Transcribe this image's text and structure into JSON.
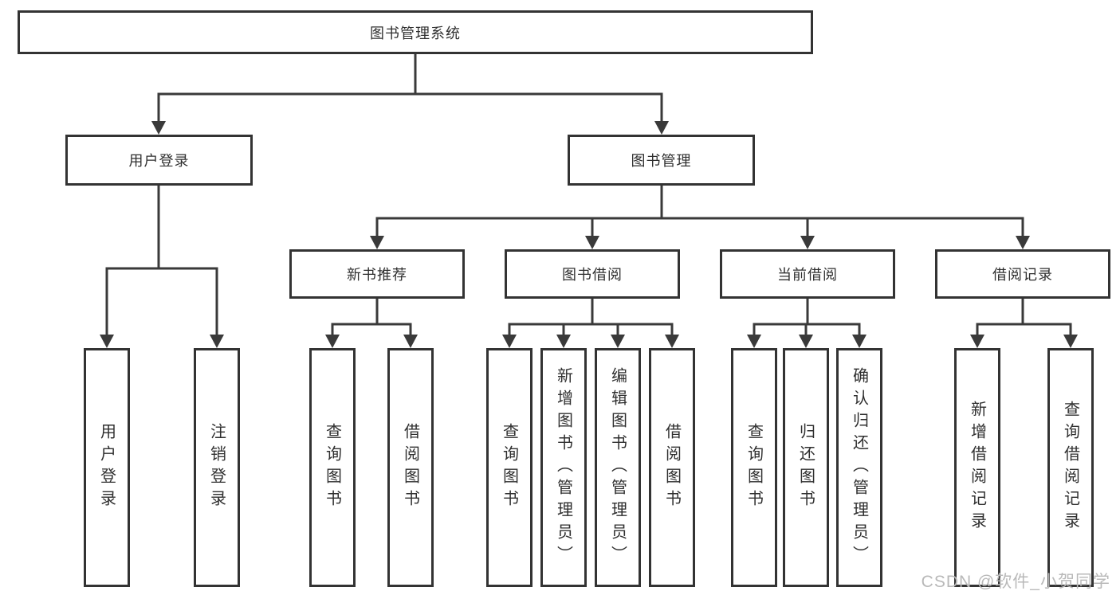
{
  "tree": {
    "root": "图书管理系统",
    "branches": [
      {
        "label": "用户登录",
        "children": [
          "用户登录",
          "注销登录"
        ]
      },
      {
        "label": "图书管理",
        "groups": [
          {
            "label": "新书推荐",
            "children": [
              "查询图书",
              "借阅图书"
            ]
          },
          {
            "label": "图书借阅",
            "children": [
              "查询图书",
              "新增图书（管理员）",
              "编辑图书（管理员）",
              "借阅图书"
            ]
          },
          {
            "label": "当前借阅",
            "children": [
              "查询图书",
              "归还图书",
              "确认归还（管理员）"
            ]
          },
          {
            "label": "借阅记录",
            "children": [
              "新增借阅记录",
              "查询借阅记录"
            ]
          }
        ]
      }
    ]
  },
  "watermark": "CSDN @软件_小贺同学",
  "colors": {
    "line": "#3a3a3a",
    "box_border": "#333333",
    "text": "#2f2f2f",
    "watermark": "#b9b9b9"
  }
}
